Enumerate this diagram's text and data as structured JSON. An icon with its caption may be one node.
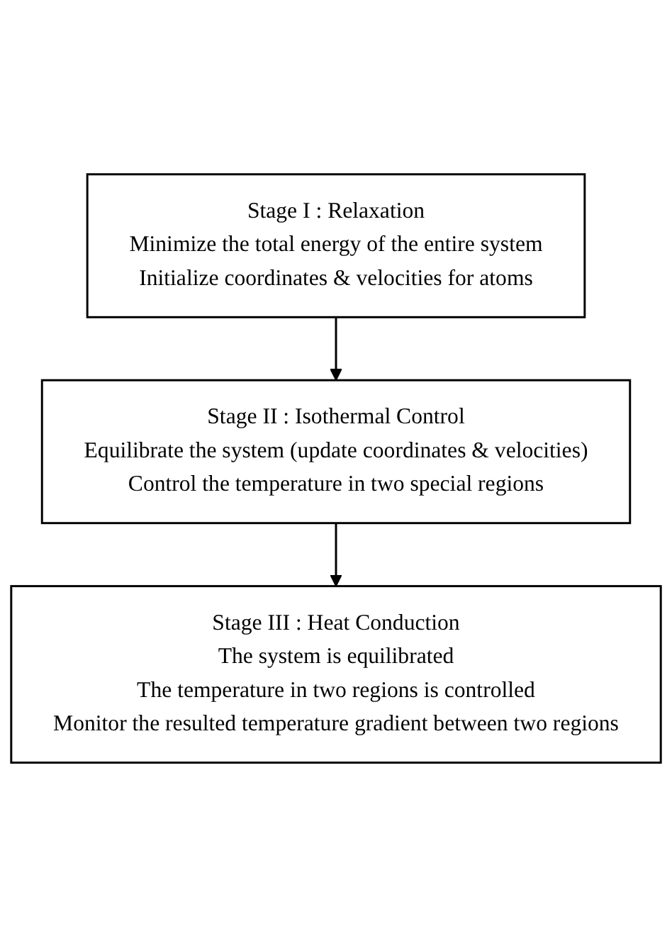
{
  "diagram": {
    "nodes": [
      {
        "text": [
          "Stage I : Relaxation",
          "Minimize the total energy of the entire system",
          "Initialize coordinates & velocities for atoms"
        ]
      },
      {
        "text": [
          "Stage II : Isothermal Control",
          "Equilibrate the system (update coordinates & velocities)",
          "Control the temperature in two special regions"
        ]
      },
      {
        "text": [
          "Stage III : Heat Conduction",
          "The system is equilibrated",
          "The temperature in two regions is controlled",
          "Monitor the resulted temperature gradient between two regions"
        ]
      }
    ],
    "edges": [
      {
        "from": 0,
        "to": 1,
        "arrow": "to"
      },
      {
        "from": 1,
        "to": 2,
        "arrow": "to"
      }
    ]
  }
}
